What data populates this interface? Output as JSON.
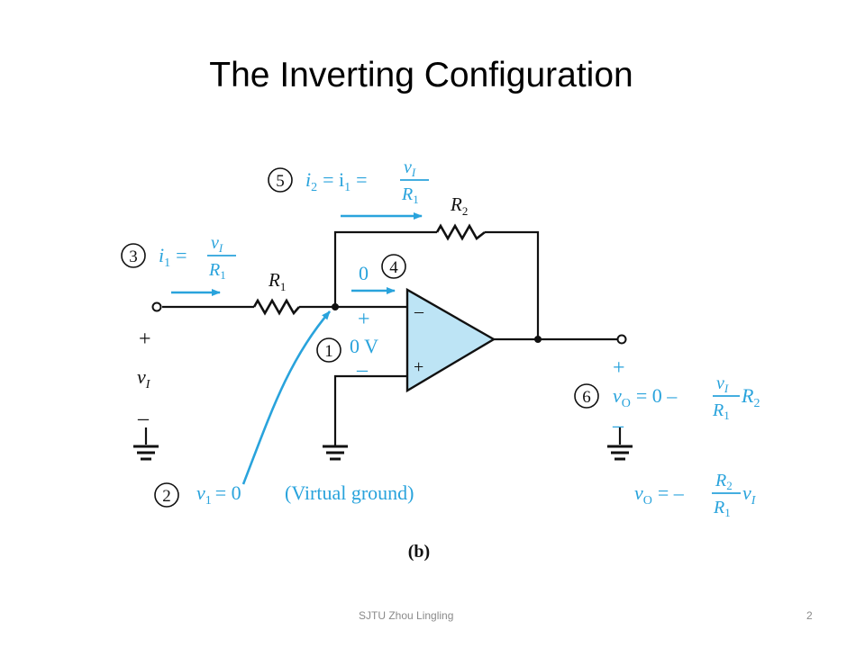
{
  "slide": {
    "title": "The Inverting Configuration",
    "footer_left": "SJTU   Zhou Lingling",
    "page_number": "2"
  },
  "diagram": {
    "caption": "(b)",
    "colors": {
      "accent": "#29a3dc",
      "opamp_fill": "#bde4f5",
      "line": "#111111"
    },
    "resistors": {
      "r1": {
        "main": "R",
        "sub": "1"
      },
      "r2": {
        "main": "R",
        "sub": "2"
      }
    },
    "input": {
      "plus": "+",
      "var": "v",
      "var_sub": "I",
      "minus": "–"
    },
    "opamp": {
      "inv_sign": "–",
      "noninv_sign": "+"
    },
    "node_voltage": {
      "plus": "+",
      "value": "0 V",
      "minus": "–"
    },
    "output": {
      "plus": "+",
      "minus": "–"
    },
    "steps": [
      {
        "num": "1"
      },
      {
        "num": "2",
        "lhs": "v",
        "lhs_sub": "1",
        "rhs": "= 0",
        "note": "(Virtual ground)"
      },
      {
        "num": "3",
        "lhs": "i",
        "lhs_sub": "1",
        "eq": "=",
        "num_var": "v",
        "num_sub": "I",
        "den_var": "R",
        "den_sub": "1"
      },
      {
        "num": "4",
        "label": "0"
      },
      {
        "num": "5",
        "lhs": "i",
        "lhs_sub": "2",
        "mid": "= i",
        "mid_sub": "1",
        "eq": "=",
        "num_var": "v",
        "num_sub": "I",
        "den_var": "R",
        "den_sub": "1"
      },
      {
        "num": "6",
        "lhs": "v",
        "lhs_sub": "O",
        "eq": "= 0 –",
        "num_var": "v",
        "num_sub": "I",
        "den_var": "R",
        "den_sub": "1",
        "tail": "R",
        "tail_sub": "2"
      }
    ],
    "final_formula": {
      "lhs": "v",
      "lhs_sub": "O",
      "eq": "= –",
      "num_var": "R",
      "num_sub": "2",
      "den_var": "R",
      "den_sub": "1",
      "tail": "v",
      "tail_sub": "I"
    }
  }
}
